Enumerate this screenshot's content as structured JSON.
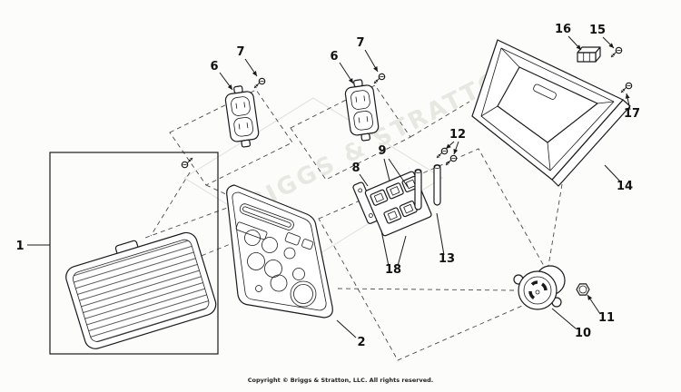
{
  "watermark": {
    "text": "BRIGGS & STRATTON"
  },
  "footer": {
    "copyright": "Copyright © Briggs & Stratton, LLC. All rights reserved."
  },
  "labels": {
    "p1": "1",
    "p2": "2",
    "p6": "6",
    "p7": "7",
    "p8": "8",
    "p9": "9",
    "p10": "10",
    "p11": "11",
    "p12": "12",
    "p13": "13",
    "p14": "14",
    "p15": "15",
    "p16": "16",
    "p17": "17",
    "p18": "18"
  }
}
